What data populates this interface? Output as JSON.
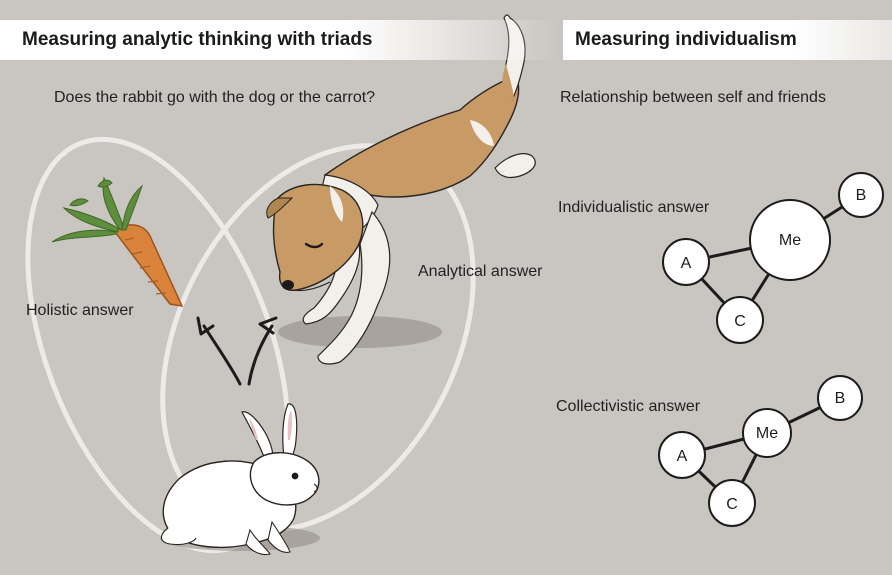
{
  "left_panel": {
    "title": "Measuring analytic thinking with triads",
    "question": "Does the rabbit go with the dog or the carrot?",
    "holistic_label": "Holistic answer",
    "analytical_label": "Analytical answer"
  },
  "right_panel": {
    "title": "Measuring individualism",
    "subtitle": "Relationship between self and friends",
    "individualistic": {
      "label": "Individualistic answer",
      "nodes": {
        "self": "Me",
        "a": "A",
        "b": "B",
        "c": "C"
      }
    },
    "collectivistic": {
      "label": "Collectivistic answer",
      "nodes": {
        "self": "Me",
        "a": "A",
        "b": "B",
        "c": "C"
      }
    }
  },
  "colors": {
    "background": "#c9c5c0",
    "loop": "#ecebe7",
    "dog_tan": "#c79a66",
    "carrot": "#d9843a",
    "leaves": "#5e8d3d"
  }
}
